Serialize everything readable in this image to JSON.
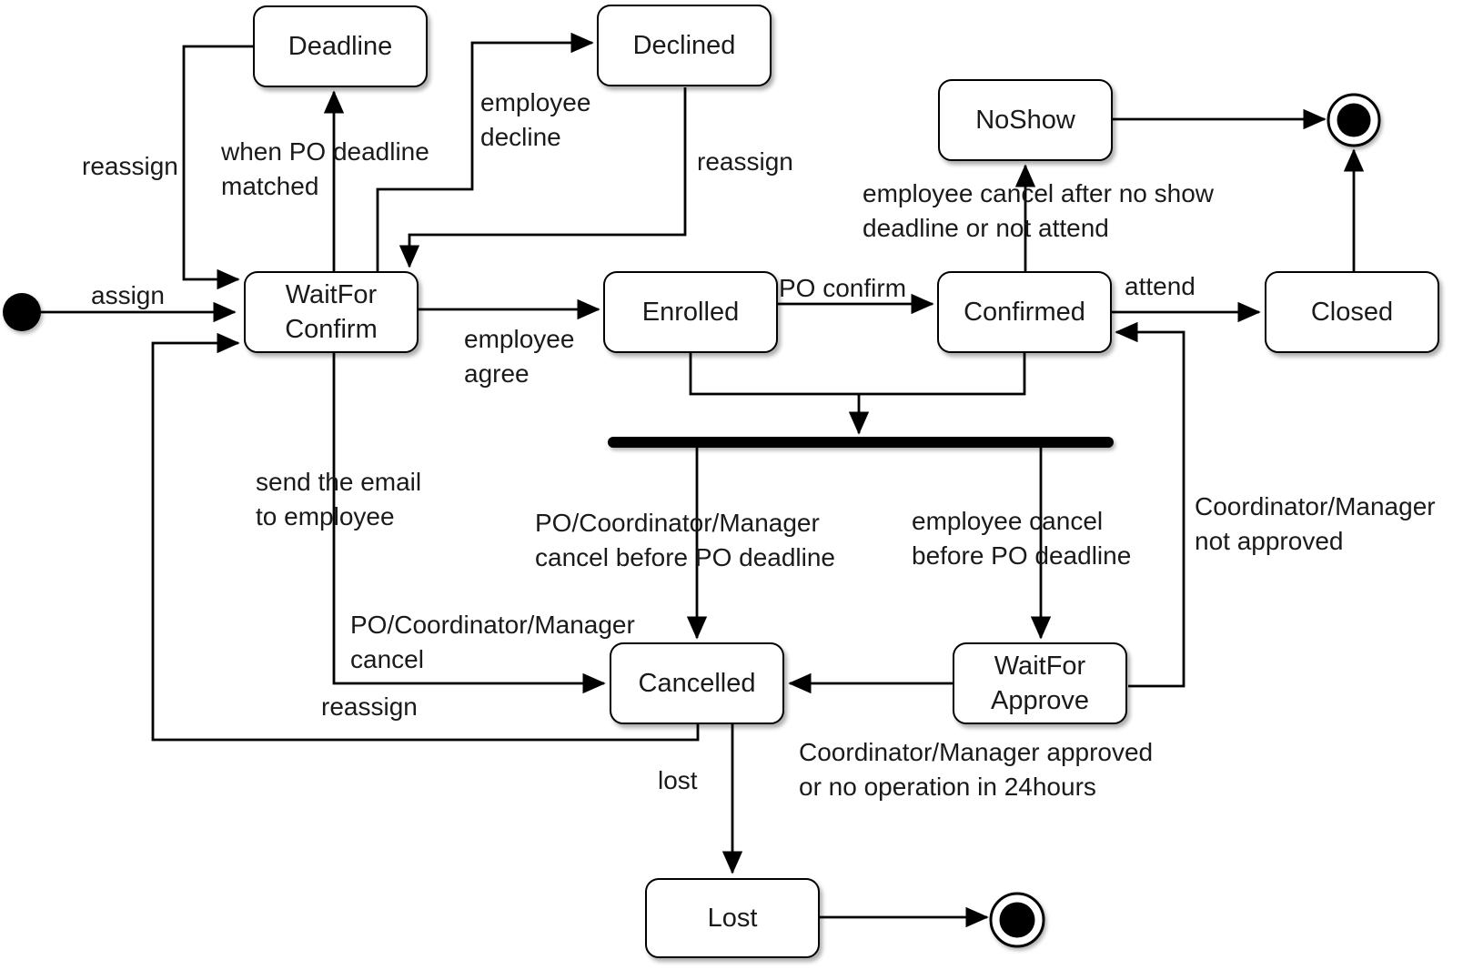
{
  "diagram_type": "uml-state-machine",
  "colors": {
    "background": "#ffffff",
    "state_fill": "#ffffff",
    "state_border": "#000000",
    "line": "#000000",
    "text": "#1a1a1a"
  },
  "states": {
    "deadline": {
      "label": "Deadline"
    },
    "declined": {
      "label": "Declined"
    },
    "noshow": {
      "label": "NoShow"
    },
    "wait_for_confirm": {
      "label": "WaitFor\nConfirm"
    },
    "enrolled": {
      "label": "Enrolled"
    },
    "confirmed": {
      "label": "Confirmed"
    },
    "closed": {
      "label": "Closed"
    },
    "cancelled": {
      "label": "Cancelled"
    },
    "wait_for_approve": {
      "label": "WaitFor\nApprove"
    },
    "lost": {
      "label": "Lost"
    }
  },
  "pseudostates": {
    "initial": "initial-state",
    "final_top": "final-state",
    "final_bottom": "final-state",
    "fork_join": "join-bar"
  },
  "transitions": [
    {
      "from": "initial",
      "to": "wait_for_confirm",
      "label": "assign"
    },
    {
      "from": "wait_for_confirm",
      "to": "deadline",
      "label": "when PO deadline\nmatched"
    },
    {
      "from": "deadline",
      "to": "wait_for_confirm",
      "label": "reassign"
    },
    {
      "from": "wait_for_confirm",
      "to": "declined",
      "label": "employee\ndecline"
    },
    {
      "from": "declined",
      "to": "wait_for_confirm",
      "label": "reassign"
    },
    {
      "from": "wait_for_confirm",
      "to": "enrolled",
      "label": "employee\nagree"
    },
    {
      "from": "enrolled",
      "to": "confirmed",
      "label": "PO confirm"
    },
    {
      "from": "confirmed",
      "to": "noshow",
      "label": "employee cancel after no show\ndeadline or not attend"
    },
    {
      "from": "noshow",
      "to": "final_top",
      "label": ""
    },
    {
      "from": "confirmed",
      "to": "closed",
      "label": "attend"
    },
    {
      "from": "closed",
      "to": "final_top",
      "label": ""
    },
    {
      "from": "enrolled+confirmed",
      "to": "fork_join",
      "label": ""
    },
    {
      "from": "fork_join",
      "to": "cancelled",
      "label": "PO/Coordinator/Manager\ncancel before PO deadline"
    },
    {
      "from": "fork_join",
      "to": "wait_for_approve",
      "label": "employee cancel\nbefore PO deadline"
    },
    {
      "from": "wait_for_approve",
      "to": "confirmed",
      "label": "Coordinator/Manager\nnot approved"
    },
    {
      "from": "wait_for_approve",
      "to": "cancelled",
      "label": "Coordinator/Manager approved\nor no operation in 24hours"
    },
    {
      "from": "wait_for_confirm",
      "to": "cancelled",
      "label": "PO/Coordinator/Manager\ncancel",
      "action": "send the email\nto employee"
    },
    {
      "from": "cancelled",
      "to": "wait_for_confirm",
      "label": "reassign"
    },
    {
      "from": "cancelled",
      "to": "lost",
      "label": "lost"
    },
    {
      "from": "lost",
      "to": "final_bottom",
      "label": ""
    }
  ]
}
